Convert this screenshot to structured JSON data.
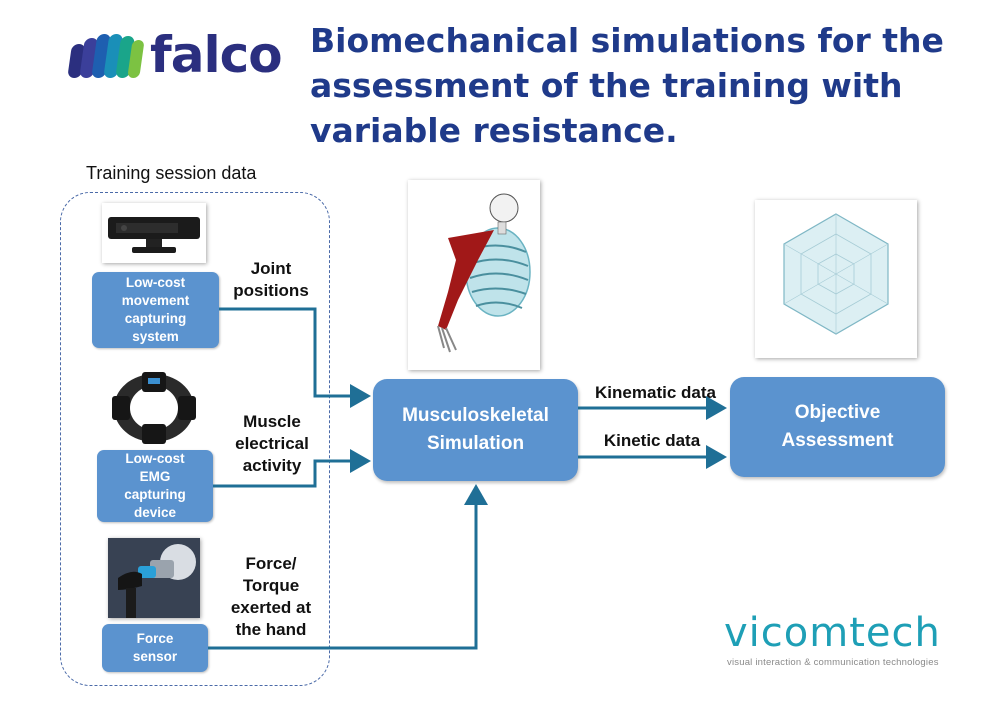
{
  "header": {
    "logo_text": "falco",
    "title": "Biomechanical simulations for the assessment of the training with variable resistance."
  },
  "group": {
    "label": "Training session data"
  },
  "devices": [
    {
      "lines": [
        "Low-cost",
        "movement",
        "capturing",
        "system"
      ],
      "signal": [
        "Joint",
        "positions"
      ],
      "image": "depth-camera"
    },
    {
      "lines": [
        "Low-cost",
        "EMG",
        "capturing",
        "device"
      ],
      "signal": [
        "Muscle",
        "electrical",
        "activity"
      ],
      "image": "emg-armband"
    },
    {
      "lines": [
        "Force",
        "sensor"
      ],
      "signal": [
        "Force/",
        "Torque",
        "exerted at",
        "the hand"
      ],
      "image": "robot-arm-hand"
    }
  ],
  "simulation": {
    "lines": [
      "Musculoskeletal",
      "Simulation"
    ]
  },
  "assessment": {
    "lines": [
      "Objective",
      "Assessment"
    ]
  },
  "flows": {
    "kinematic": "Kinematic data",
    "kinetic": "Kinetic data"
  },
  "footer": {
    "brand": "vicomtech",
    "tagline": "visual interaction & communication technologies"
  },
  "colors": {
    "title": "#1f3a8a",
    "box_fill": "#5b93cf",
    "arrow": "#1f6f96",
    "brand": "#1e9fb6"
  }
}
